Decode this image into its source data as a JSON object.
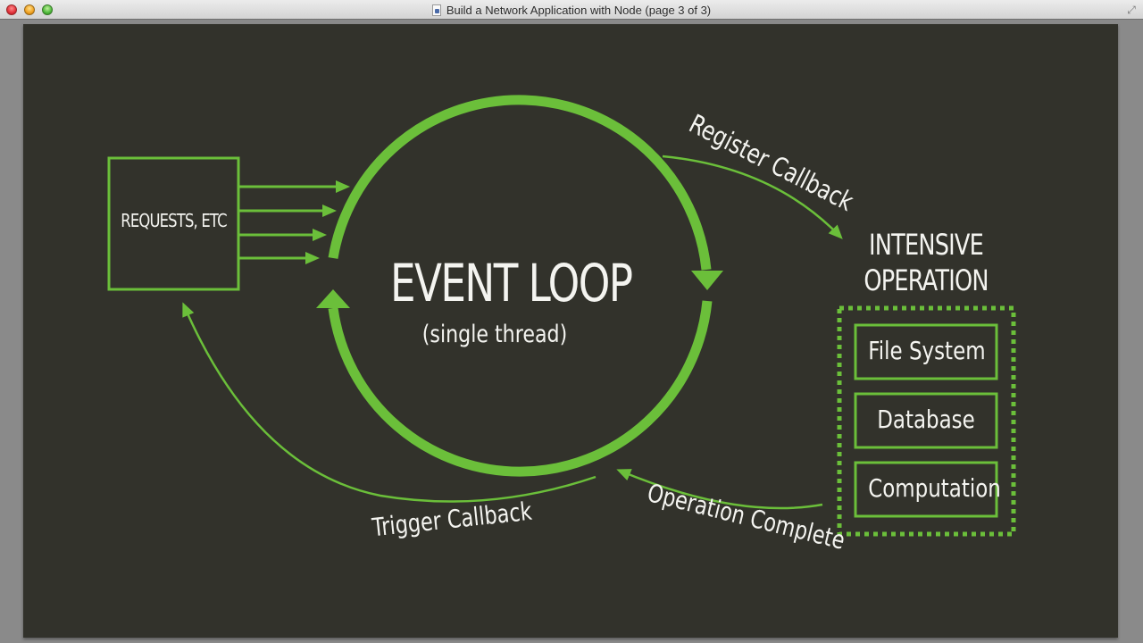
{
  "window": {
    "title": "Build a Network Application with Node (page 3 of 3)",
    "controls": [
      "close",
      "minimize",
      "zoom"
    ]
  },
  "diagram": {
    "colors": {
      "background": "#32322b",
      "accent": "#6bbf3a",
      "text": "#f4f4f0"
    },
    "requests_box": {
      "label": "REQUESTS, ETC"
    },
    "event_loop": {
      "title": "EVENT LOOP",
      "subtitle": "(single thread)"
    },
    "intensive_operation": {
      "title_line1": "INTENSIVE",
      "title_line2": "OPERATION",
      "items": [
        {
          "label": "File System"
        },
        {
          "label": "Database"
        },
        {
          "label": "Computation"
        }
      ]
    },
    "edges": {
      "register_callback": "Register Callback",
      "operation_complete": "Operation Complete",
      "trigger_callback": "Trigger Callback"
    }
  }
}
